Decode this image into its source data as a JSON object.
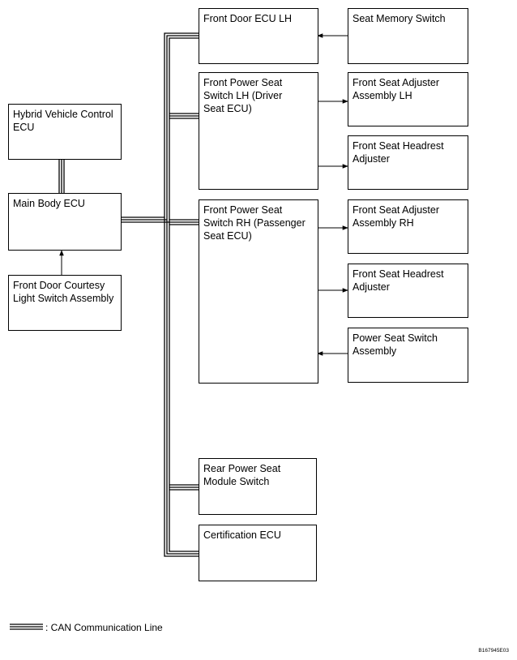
{
  "boxes": {
    "hybrid_vehicle_control_ecu": "Hybrid Vehicle Control\nECU",
    "main_body_ecu": "Main Body ECU",
    "front_door_courtesy_light_switch": "Front Door Courtesy\nLight Switch Assembly",
    "front_door_ecu_lh": "Front Door ECU LH",
    "front_power_seat_switch_lh": "Front Power Seat\nSwitch LH (Driver\nSeat ECU)",
    "front_power_seat_switch_rh": "Front Power Seat\nSwitch RH (Passenger\nSeat ECU)",
    "rear_power_seat_module_switch": "Rear Power Seat\nModule Switch",
    "certification_ecu": "Certification ECU",
    "seat_memory_switch": "Seat Memory Switch",
    "front_seat_adjuster_lh": "Front Seat Adjuster\nAssembly LH",
    "front_seat_headrest_adjuster_lh": "Front Seat Headrest\nAdjuster",
    "front_seat_adjuster_rh": "Front Seat Adjuster\nAssembly RH",
    "front_seat_headrest_adjuster_rh": "Front Seat Headrest\nAdjuster",
    "power_seat_switch_assembly": "Power Seat Switch\nAssembly"
  },
  "legend": {
    "can_line": ": CAN Communication Line"
  },
  "figure_code": "B167945E03"
}
